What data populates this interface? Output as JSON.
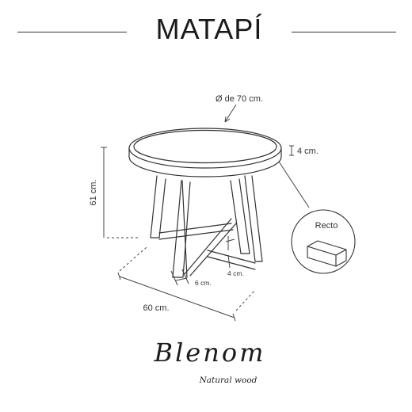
{
  "header": {
    "title": "MATAPÍ"
  },
  "dimensions": {
    "diameter": "Ø de 70 cm.",
    "top_thickness": "4 cm.",
    "height": "61 cm.",
    "width": "60 cm.",
    "leg_width": "6 cm.",
    "leg_depth": "4 cm."
  },
  "detail": {
    "label": "Recto"
  },
  "brand": {
    "name": "Blenom",
    "tagline": "Natural wood"
  }
}
